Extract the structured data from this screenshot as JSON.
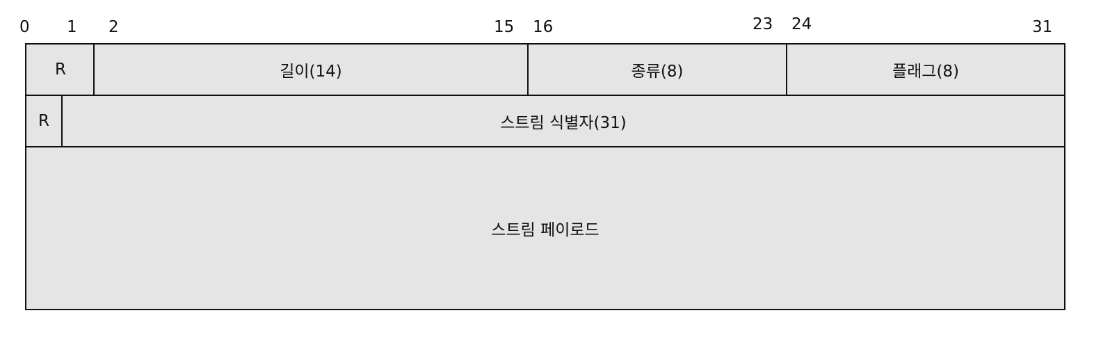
{
  "bit_positions": [
    "0",
    "1",
    "2",
    "15",
    "16",
    "23",
    "24",
    "31"
  ],
  "row1": {
    "reserved": "R",
    "length": "길이(14)",
    "type": "종류(8)",
    "flags": "플래그(8)"
  },
  "row2": {
    "reserved": "R",
    "stream_id": "스트림 식별자(31)"
  },
  "row3": {
    "payload": "스트림 페이로드"
  },
  "colors": {
    "fill": "#e5e5e5",
    "border": "#111111"
  }
}
